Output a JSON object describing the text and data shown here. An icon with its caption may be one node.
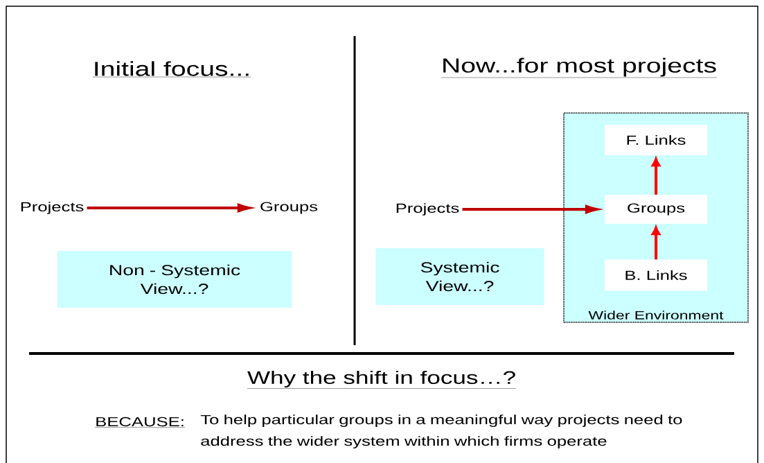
{
  "diagram": {
    "nodes": [
      {
        "text": [
          "Projects"
        ]
      },
      {
        "text": [
          "Groups"
        ]
      },
      {
        "text": [
          "Non - Systemic View...?"
        ]
      },
      {
        "text": [
          "Projects"
        ]
      },
      {
        "text": [
          "Wider Environment"
        ]
      },
      {
        "text": [
          "F. Links"
        ],
        "in": 4
      },
      {
        "text": [
          "Groups"
        ],
        "in": 4
      },
      {
        "text": [
          "B. Links"
        ],
        "in": 4
      },
      {
        "text": [
          "Systemic View...?"
        ]
      }
    ],
    "edges": [
      {
        "from": 0,
        "to": 1,
        "arrow": "to",
        "color": "#c00000"
      },
      {
        "from": 3,
        "to": 6,
        "arrow": "to",
        "color": "#c00000"
      },
      {
        "from": 7,
        "to": 6,
        "arrow": "to",
        "color": "#ff0000"
      },
      {
        "from": 6,
        "to": 5,
        "arrow": "to",
        "color": "#ff0000"
      }
    ],
    "labels": [
      "Initial focus...",
      "Now...for most projects",
      "Why the shift in focus…?",
      "BECAUSE:",
      "To help particular groups in a meaningful way projects need to address the wider system within which firms operate"
    ]
  }
}
